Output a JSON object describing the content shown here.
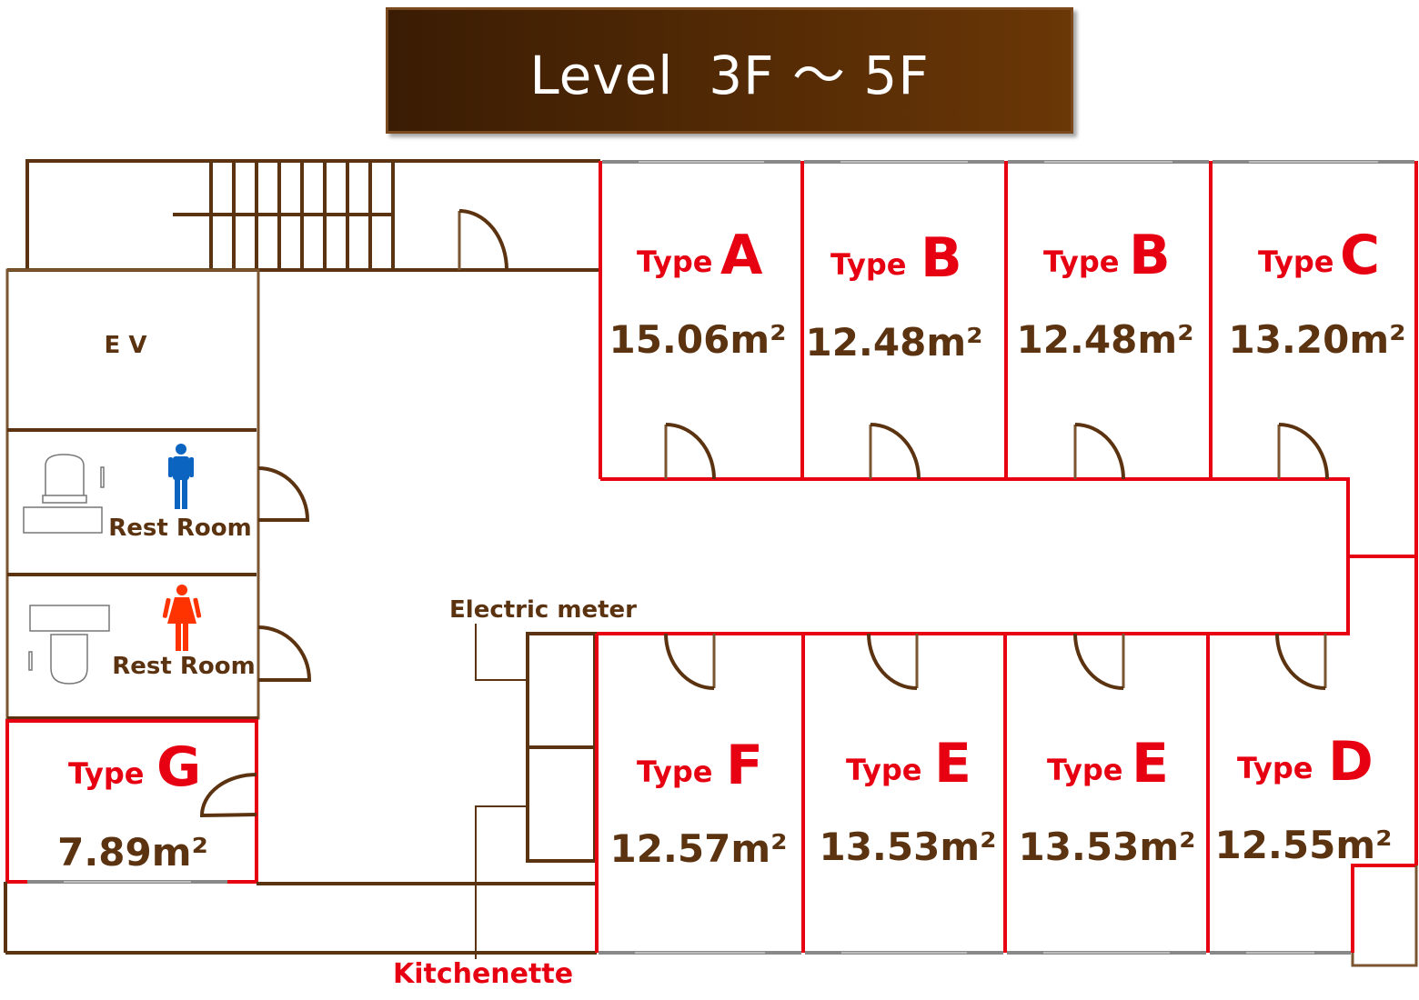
{
  "title": "Level  3F ～ 5F",
  "labels": {
    "ev": "E V",
    "rest_room_men": "Rest Room",
    "rest_room_women": "Rest Room",
    "electric_meter": "Electric meter",
    "kitchenette": "Kitchenette"
  },
  "rooms": {
    "a": {
      "type_word": "Type",
      "letter": "A",
      "area": "15.06m²"
    },
    "b1": {
      "type_word": "Type",
      "letter": "B",
      "area": "12.48m²"
    },
    "b2": {
      "type_word": "Type",
      "letter": "B",
      "area": "12.48m²"
    },
    "c": {
      "type_word": "Type",
      "letter": "C",
      "area": "13.20m²"
    },
    "f": {
      "type_word": "Type",
      "letter": "F",
      "area": "12.57m²"
    },
    "e1": {
      "type_word": "Type",
      "letter": "E",
      "area": "13.53m²"
    },
    "e2": {
      "type_word": "Type",
      "letter": "E",
      "area": "13.53m²"
    },
    "d": {
      "type_word": "Type",
      "letter": "D",
      "area": "12.55m²"
    },
    "g": {
      "type_word": "Type",
      "letter": "G",
      "area": "7.89m²"
    }
  },
  "colors": {
    "wall": "#5c3310",
    "room_outline": "#e60012",
    "men_icon": "#0a64c0",
    "women_icon": "#ff3300"
  },
  "icons": [
    "men-icon",
    "women-icon",
    "toilet-icon",
    "door-icon",
    "stairs-icon",
    "window-icon"
  ]
}
